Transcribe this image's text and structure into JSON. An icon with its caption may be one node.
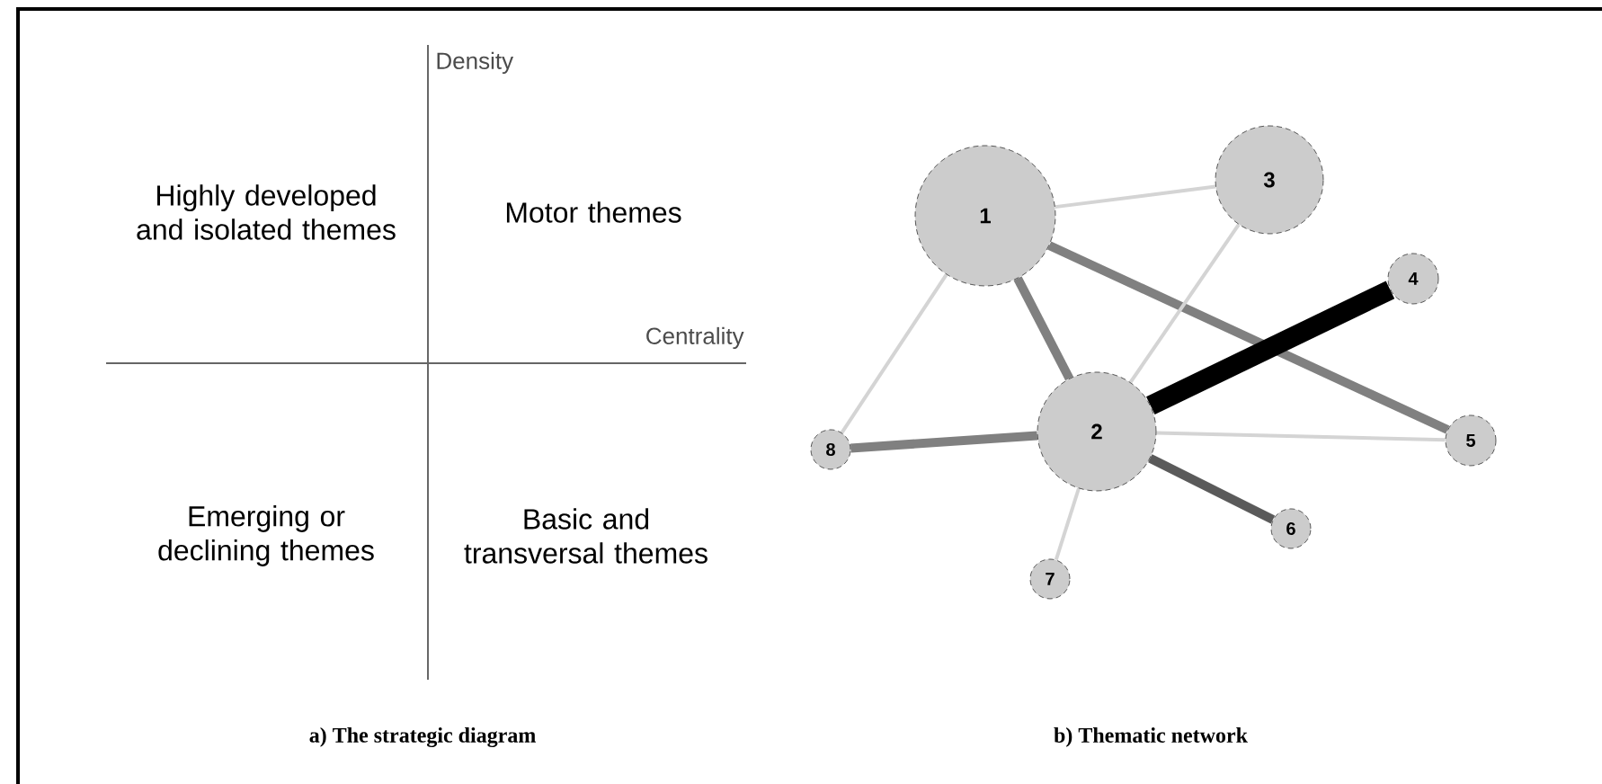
{
  "diagram": {
    "nodes": [
      {
        "text": [
          "1"
        ]
      },
      {
        "text": [
          "2"
        ]
      },
      {
        "text": [
          "3"
        ]
      },
      {
        "text": [
          "4"
        ]
      },
      {
        "text": [
          "5"
        ]
      },
      {
        "text": [
          "6"
        ]
      },
      {
        "text": [
          "7"
        ]
      },
      {
        "text": [
          "8"
        ]
      }
    ],
    "edges": [
      {
        "from": 0,
        "to": 2,
        "arrow": "none",
        "color": "#d4d4d4"
      },
      {
        "from": 0,
        "to": 7,
        "arrow": "none",
        "color": "#d4d4d4"
      },
      {
        "from": 0,
        "to": 1,
        "arrow": "none",
        "style": "thick",
        "color": "#808080"
      },
      {
        "from": 0,
        "to": 4,
        "arrow": "none",
        "style": "thick",
        "color": "#808080"
      },
      {
        "from": 2,
        "to": 1,
        "arrow": "none",
        "color": "#d4d4d4"
      },
      {
        "from": 1,
        "to": 3,
        "arrow": "none",
        "style": "thick",
        "color": "#000000"
      },
      {
        "from": 1,
        "to": 4,
        "arrow": "none",
        "color": "#d4d4d4"
      },
      {
        "from": 1,
        "to": 7,
        "arrow": "none",
        "style": "thick",
        "color": "#808080"
      },
      {
        "from": 1,
        "to": 5,
        "arrow": "none",
        "style": "thick",
        "color": "#5a5a5a"
      },
      {
        "from": 1,
        "to": 6,
        "arrow": "none",
        "color": "#d4d4d4"
      }
    ],
    "labels": [
      "Density",
      "Highly developed and isolated themes",
      "Motor themes",
      "Centrality",
      "Emerging or declining themes",
      "Basic and transversal themes",
      "a) The strategic diagram",
      "b) Thematic network"
    ]
  }
}
